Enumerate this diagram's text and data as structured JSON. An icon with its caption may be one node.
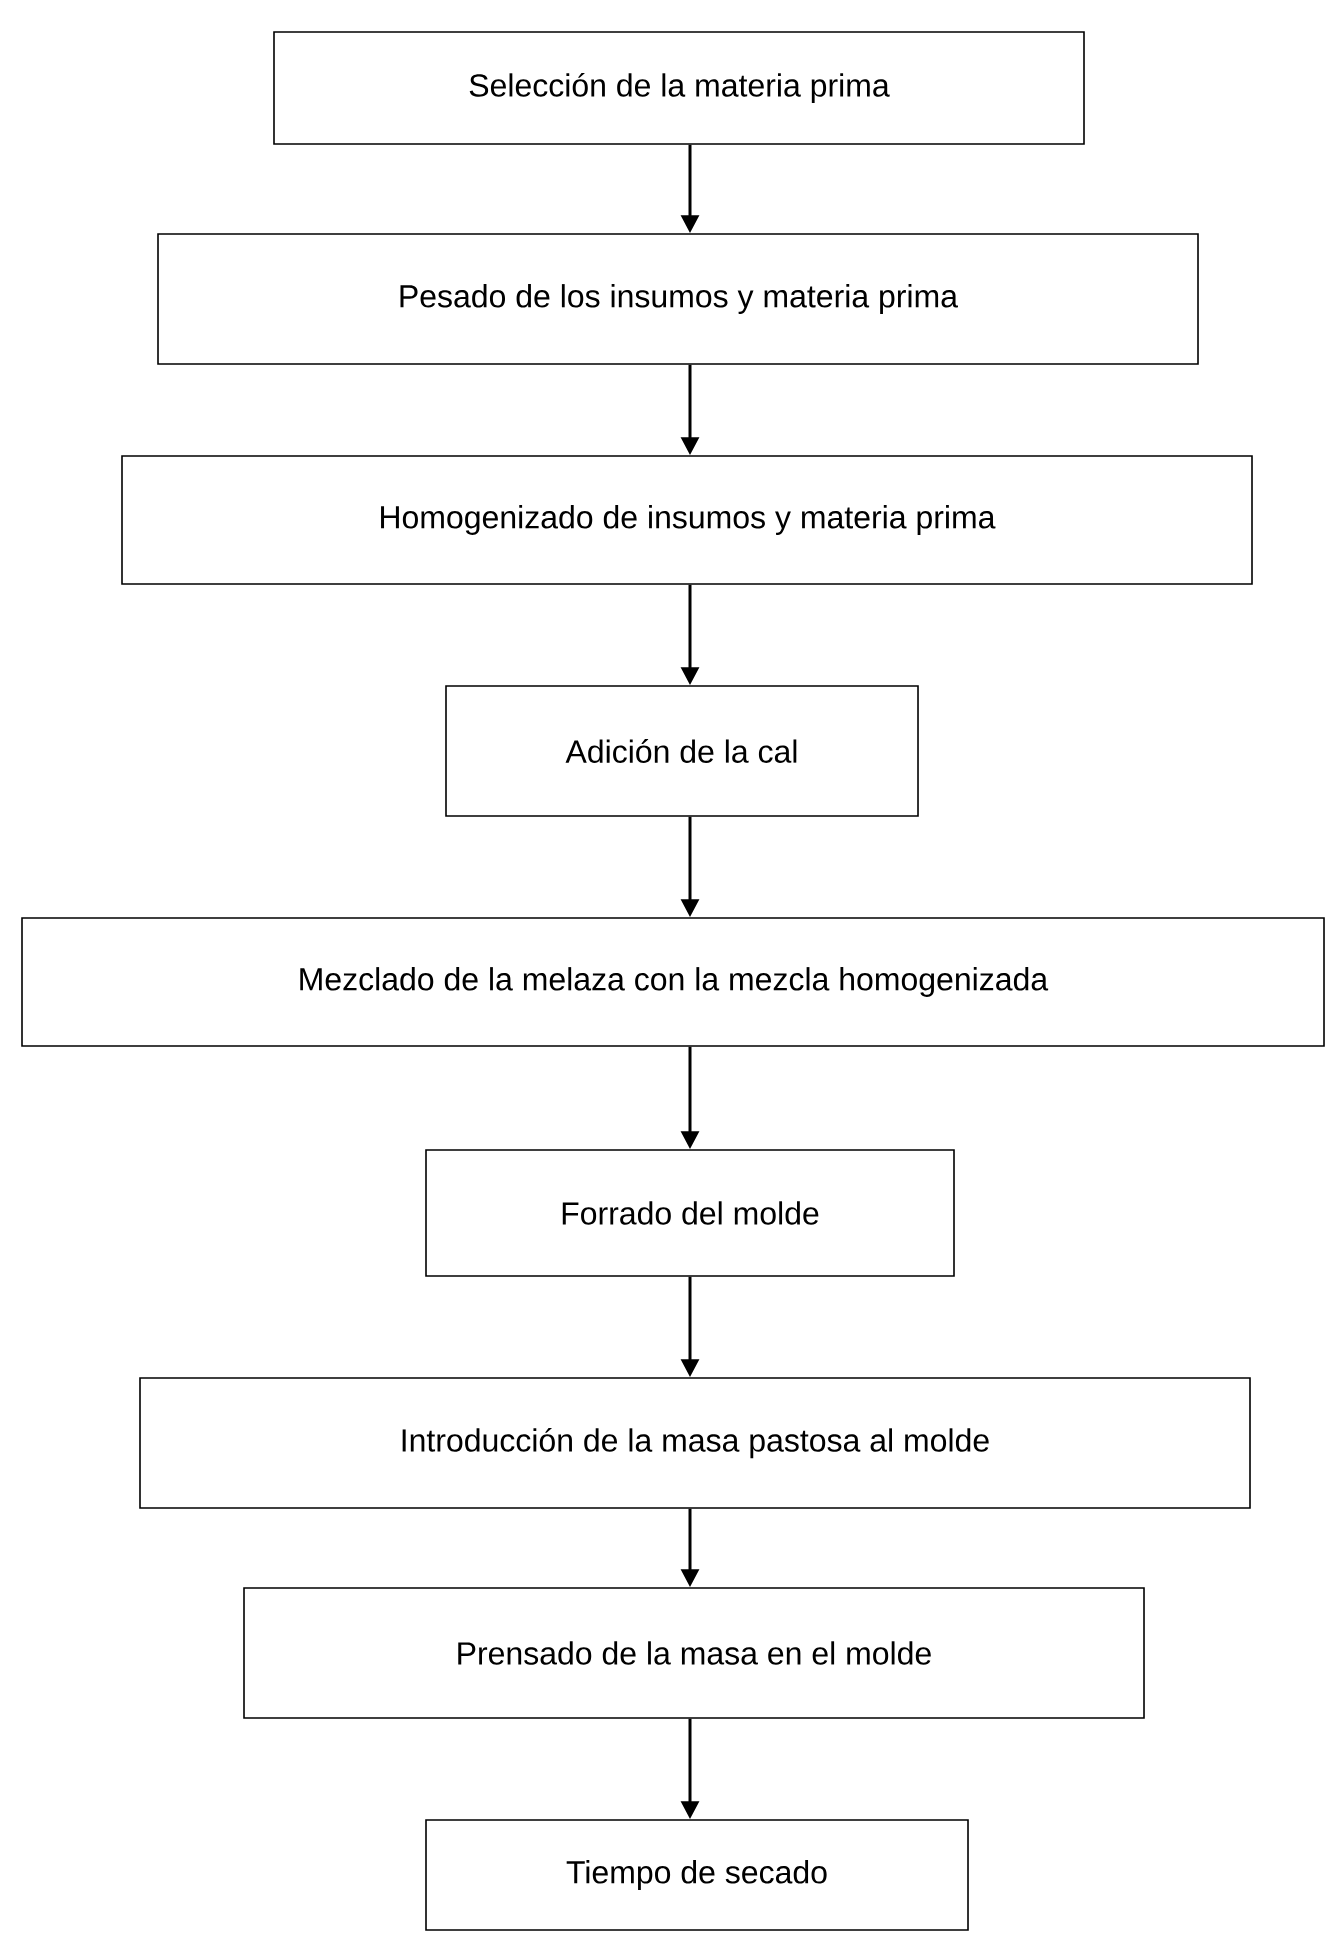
{
  "diagram": {
    "nodes": [
      {
        "text": [
          "Selección de la materia prima"
        ]
      },
      {
        "text": [
          "Pesado de los insumos y materia prima"
        ]
      },
      {
        "text": [
          "Homogenizado de insumos y materia prima"
        ]
      },
      {
        "text": [
          "Adición de la cal"
        ]
      },
      {
        "text": [
          "Mezclado de la melaza con la mezcla homogenizada"
        ]
      },
      {
        "text": [
          "Forrado del molde"
        ]
      },
      {
        "text": [
          "Introducción de la masa pastosa al molde"
        ]
      },
      {
        "text": [
          "Prensado de la masa en el molde"
        ]
      },
      {
        "text": [
          "Tiempo de secado"
        ]
      }
    ],
    "edges": [
      {
        "from": 0,
        "to": 1,
        "arrow": "to"
      },
      {
        "from": 1,
        "to": 2,
        "arrow": "to"
      },
      {
        "from": 2,
        "to": 3,
        "arrow": "to"
      },
      {
        "from": 3,
        "to": 4,
        "arrow": "to"
      },
      {
        "from": 4,
        "to": 5,
        "arrow": "to"
      },
      {
        "from": 5,
        "to": 6,
        "arrow": "to"
      },
      {
        "from": 6,
        "to": 7,
        "arrow": "to"
      },
      {
        "from": 7,
        "to": 8,
        "arrow": "to"
      }
    ]
  }
}
